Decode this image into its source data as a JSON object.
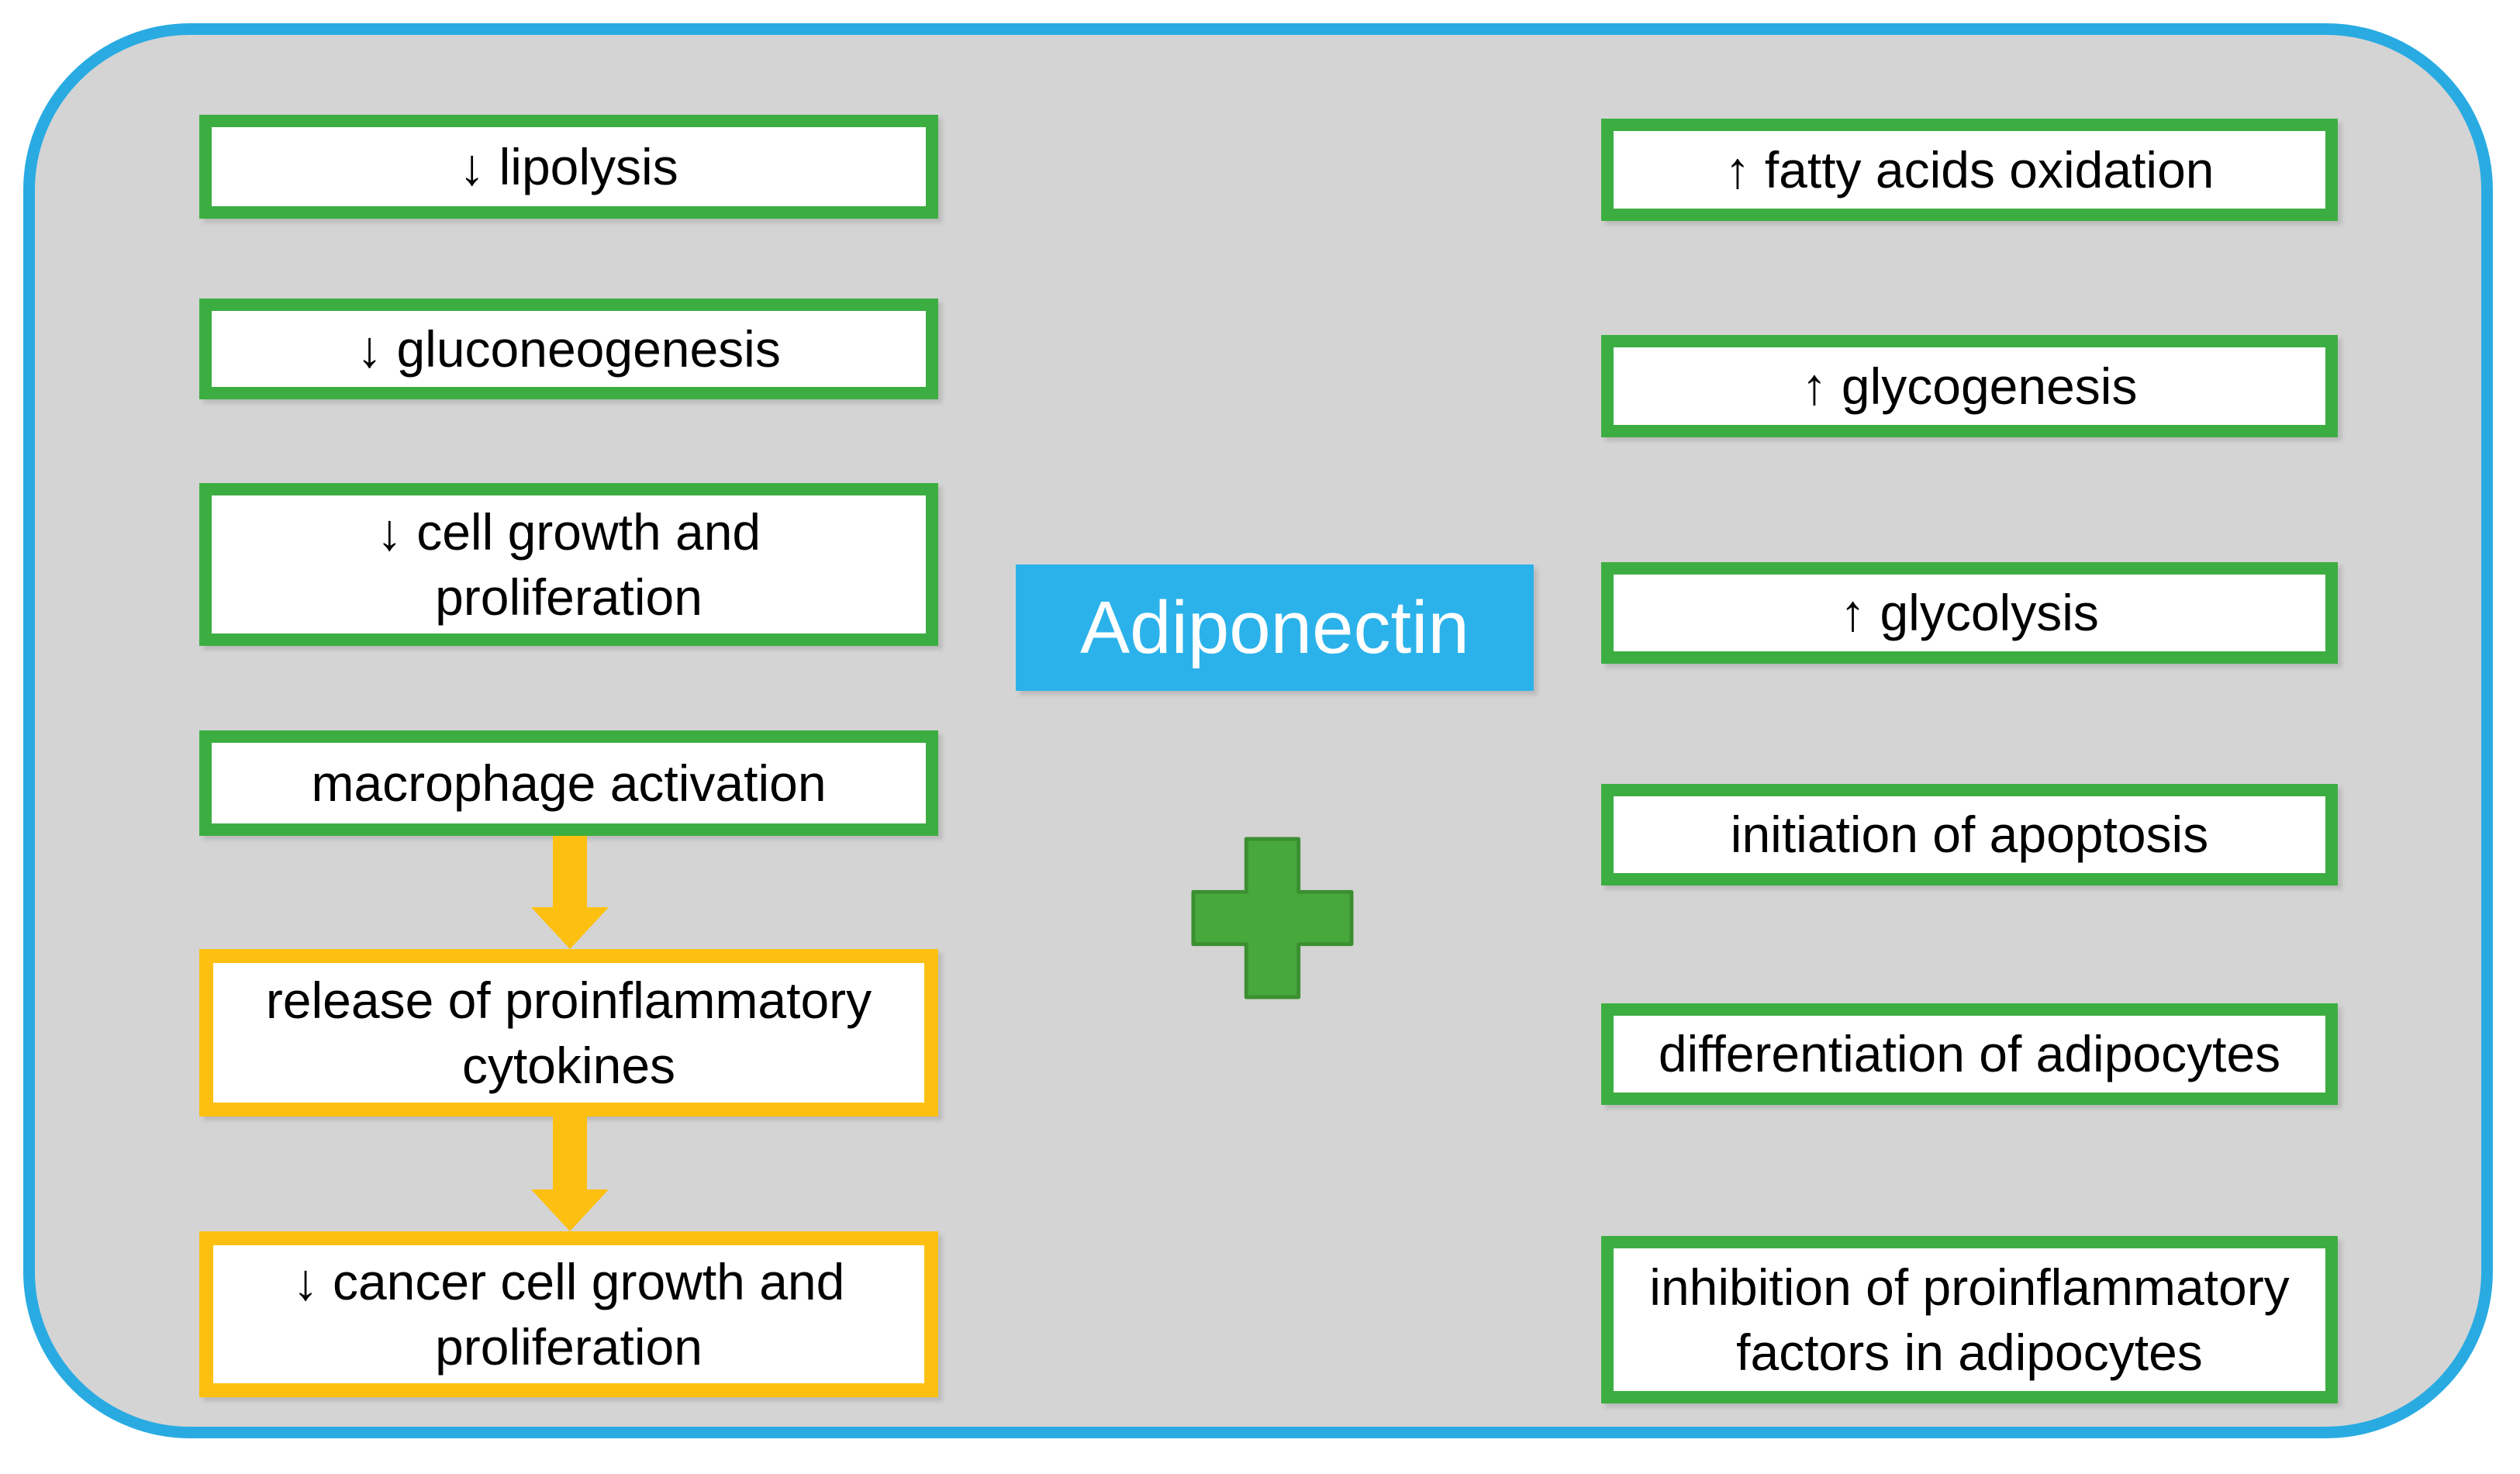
{
  "title": "Adiponectin effects diagram",
  "colors": {
    "page_bg": "#ffffff",
    "panel_bg": "#d4d4d4",
    "outer_border": "#29abe2",
    "green_border": "#3cae41",
    "yellow_accent": "#fdc010",
    "center_fill": "#2cb2ea",
    "center_text": "#ffffff",
    "text": "#000000",
    "plus_fill": "#47a83b",
    "plus_stroke": "#3b8f31"
  },
  "center": {
    "label": "Adiponectin",
    "plus_icon": "plus-cross-icon"
  },
  "left_column": {
    "boxes": [
      {
        "text": "↓ lipolysis",
        "style": "green"
      },
      {
        "text": "↓ gluconeogenesis",
        "style": "green"
      },
      {
        "text": "↓ cell growth and\nproliferation",
        "style": "green"
      },
      {
        "text": "macrophage activation",
        "style": "green"
      },
      {
        "text": "release of proinflammatory\ncytokines",
        "style": "yellow"
      },
      {
        "text": "↓ cancer cell growth and\nproliferation",
        "style": "yellow"
      }
    ]
  },
  "right_column": {
    "boxes": [
      {
        "text": "↑ fatty acids oxidation",
        "style": "green"
      },
      {
        "text": "↑ glycogenesis",
        "style": "green"
      },
      {
        "text": "↑ glycolysis",
        "style": "green"
      },
      {
        "text": "initiation of apoptosis",
        "style": "green"
      },
      {
        "text": "differentiation of adipocytes",
        "style": "green"
      },
      {
        "text": "inhibition of proinflammatory\nfactors in adipocytes",
        "style": "green"
      }
    ]
  },
  "connectors": [
    {
      "icon": "down-arrow-icon",
      "from": "macrophage activation",
      "to": "release of proinflammatory cytokines"
    },
    {
      "icon": "down-arrow-icon",
      "from": "release of proinflammatory cytokines",
      "to": "↓ cancer cell growth and proliferation"
    }
  ]
}
